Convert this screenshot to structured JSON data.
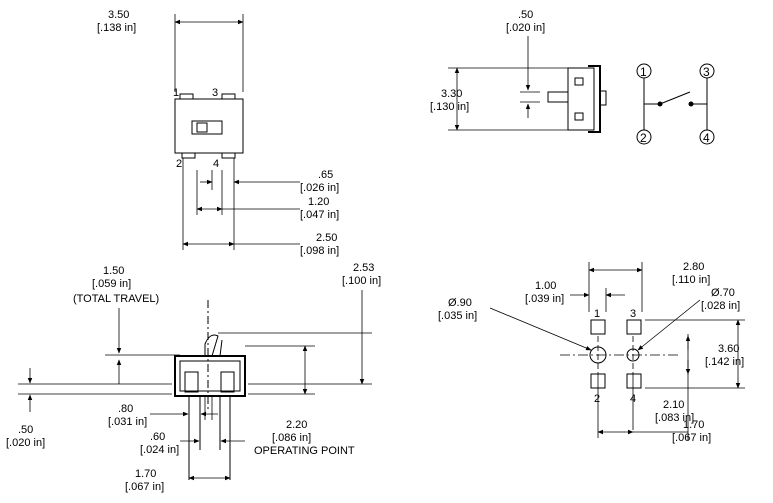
{
  "top_view": {
    "width_mm": "3.50",
    "width_in": "[.138 in]",
    "pin_1": "1",
    "pin_2": "2",
    "pin_3": "3",
    "pin_4": "4",
    "pin_width_mm": ".65",
    "pin_width_in": "[.026 in]",
    "pin_pitch_mm": "1.20",
    "pin_pitch_in": "[.047 in]",
    "pin_span_mm": "2.50",
    "pin_span_in": "[.098 in]"
  },
  "side_view_right": {
    "actuator_mm": ".50",
    "actuator_in": "[.020 in]",
    "body_height_mm": "3.30",
    "body_height_in": "[.130 in]"
  },
  "schematic": {
    "pin_1": "1",
    "pin_2": "2",
    "pin_3": "3",
    "pin_4": "4"
  },
  "front_view": {
    "travel_mm": "1.50",
    "travel_in": "[.059 in]",
    "travel_note": "(TOTAL TRAVEL)",
    "height_mm": "2.53",
    "height_in": "[.100 in]",
    "standoff_mm": ".50",
    "standoff_in": "[.020 in]",
    "lead_a_mm": ".80",
    "lead_a_in": "[.031 in]",
    "lead_b_mm": ".60",
    "lead_b_in": "[.024 in]",
    "lead_span_mm": "1.70",
    "lead_span_in": "[.067 in]",
    "op_point_mm": "2.20",
    "op_point_in": "[.086 in]",
    "op_point_label": "OPERATING POINT"
  },
  "pcb_layout": {
    "pad_spacing_mm": "2.80",
    "pad_spacing_in": "[.110 in]",
    "pad_width_mm": "1.00",
    "pad_width_in": "[.039 in]",
    "hole_large_mm": "Ø.90",
    "hole_large_in": "[.035 in]",
    "hole_small_mm": "Ø.70",
    "hole_small_in": "[.028 in]",
    "row_spacing_mm": "3.60",
    "row_spacing_in": "[.142 in]",
    "offset_a_mm": "2.10",
    "offset_a_in": "[.083 in]",
    "offset_b_mm": "1.70",
    "offset_b_in": "[.067 in]",
    "pad_1": "1",
    "pad_2": "2",
    "pad_3": "3",
    "pad_4": "4"
  }
}
